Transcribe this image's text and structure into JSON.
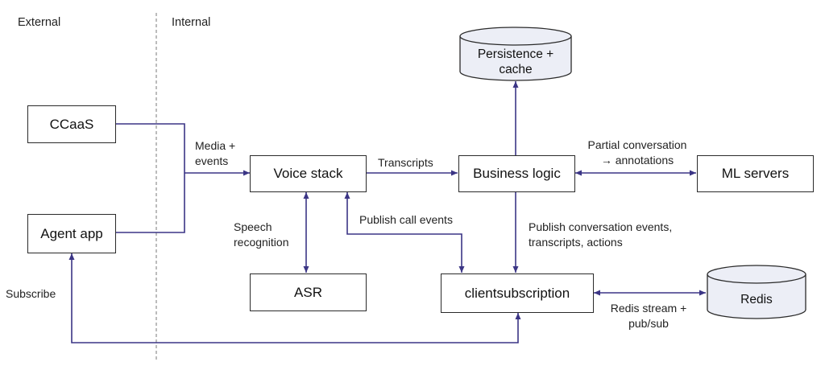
{
  "zones": {
    "external": "External",
    "internal": "Internal"
  },
  "boxes": {
    "ccaas": "CCaaS",
    "agent_app": "Agent app",
    "voice_stack": "Voice stack",
    "asr": "ASR",
    "business_logic": "Business logic",
    "ml_servers": "ML servers",
    "clientsubscription": "clientsubscription"
  },
  "stores": {
    "persistence_line1": "Persistence +",
    "persistence_line2": "cache",
    "redis": "Redis"
  },
  "labels": {
    "media_line1": "Media +",
    "media_line2": "events",
    "transcripts": "Transcripts",
    "partial_line1": "Partial conversation",
    "partial_line2": "→ annotations",
    "speech_line1": "Speech",
    "speech_line2": "recognition",
    "publish_call_events": "Publish call events",
    "publish_conv_line1": "Publish conversation events,",
    "publish_conv_line2": "transcripts, actions",
    "subscribe": "Subscribe",
    "redis_stream_line1": "Redis stream +",
    "redis_stream_line2": "pub/sub"
  },
  "colors": {
    "arrow": "#3b3585",
    "divider": "#7a7a7a",
    "cylinder_fill": "#eceef6",
    "box_border": "#2a2a2a"
  }
}
